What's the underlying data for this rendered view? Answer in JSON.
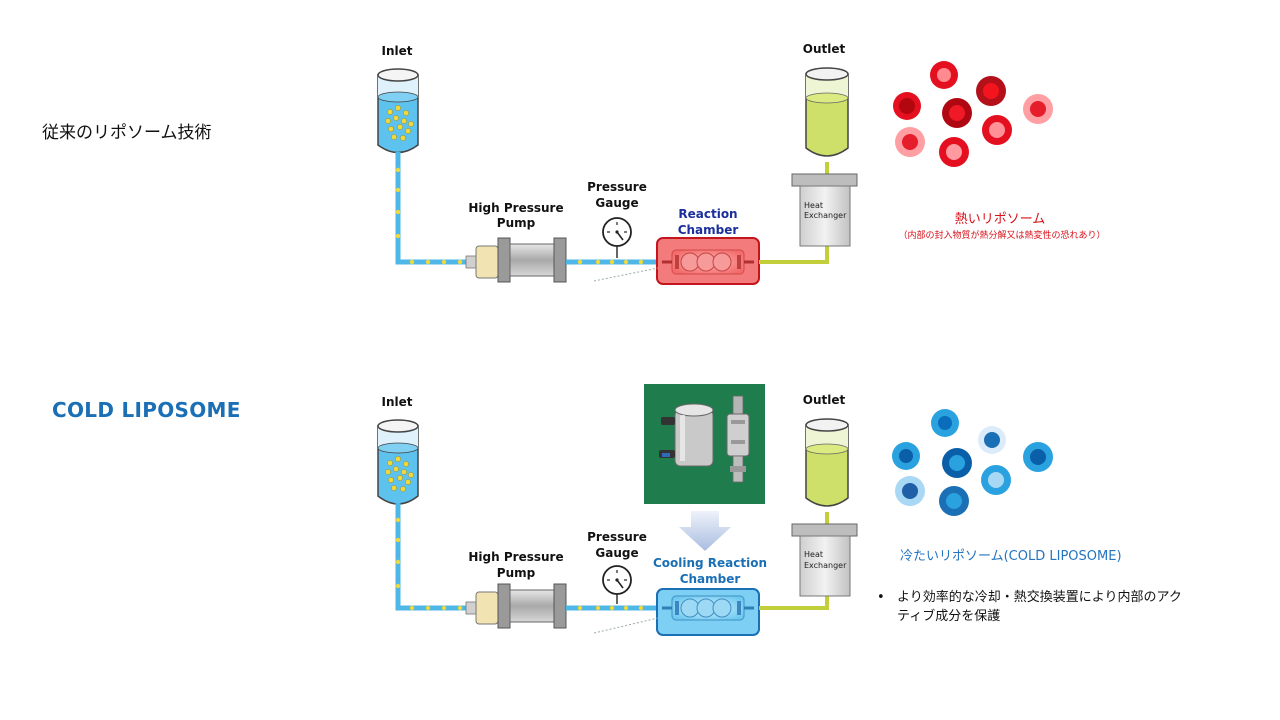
{
  "top": {
    "title": "従来のリポソーム技術",
    "inlet": "Inlet",
    "outlet": "Outlet",
    "pump_line1": "High Pressure",
    "pump_line2": "Pump",
    "gauge_line1": "Pressure",
    "gauge_line2": "Gauge",
    "chamber_line1": "Reaction",
    "chamber_line2": "Chamber",
    "heat_line1": "Heat",
    "heat_line2": "Exchanger",
    "caption": "熱いリポソーム",
    "note": "（内部の封入物質が熱分解又は熱変性の恐れあり）"
  },
  "bottom": {
    "title": "COLD LIPOSOME",
    "inlet": "Inlet",
    "outlet": "Outlet",
    "pump_line1": "High Pressure",
    "pump_line2": "Pump",
    "gauge_line1": "Pressure",
    "gauge_line2": "Gauge",
    "chamber_line1": "Cooling Reaction",
    "chamber_line2": "Chamber",
    "heat_line1": "Heat",
    "heat_line2": "Exchanger",
    "caption": "冷たいリポソーム(COLD LIPOSOME)",
    "bullet_symbol": "•",
    "bullet_text": "より効率的な冷却・熱交換装置により内部のアクティブ成分を保護"
  },
  "colors": {
    "pipe_blue": "#4fb6e8",
    "pipe_yellow": "#c3cf3a",
    "hot_red": "#e4101f",
    "cold_blue": "#1a6fb5",
    "particle_yellow": "#f1d83b"
  }
}
